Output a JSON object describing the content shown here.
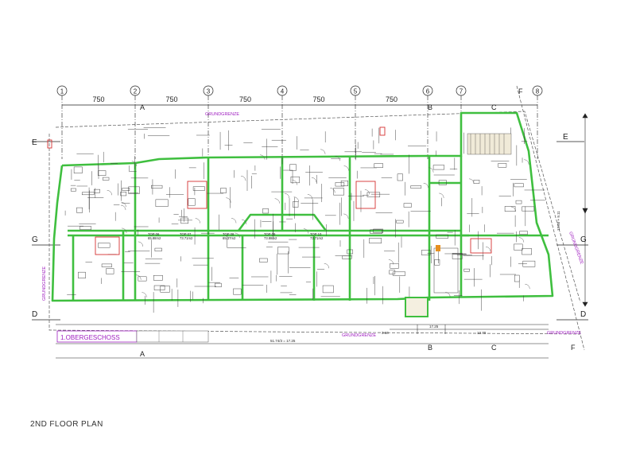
{
  "caption": "2ND FLOOR PLAN",
  "floor_label": "1.OBERGESCHOSS",
  "boundary_label": "GRUNDGRENZE",
  "grid": {
    "columns": [
      "1",
      "2",
      "3",
      "4",
      "5",
      "6",
      "7",
      "8"
    ],
    "spans": [
      "750",
      "750",
      "750",
      "750",
      "750"
    ],
    "rows": [
      "E",
      "G",
      "D"
    ],
    "sections": [
      "A",
      "B",
      "C",
      "F"
    ]
  },
  "units": [
    {
      "label": "TOP 06",
      "area": "65.88m2"
    },
    {
      "label": "TOP 07",
      "area": "73.71m2"
    },
    {
      "label": "TOP 08",
      "area": "65.37m2"
    },
    {
      "label": "TOP 09",
      "area": "73.88m2"
    },
    {
      "label": "TOP 10",
      "area": "73.71m2"
    }
  ],
  "dimensions": {
    "overall": "51.74/3 = 17.25",
    "right_a": "17.25",
    "right_b": "3.60",
    "right_c": "13.70",
    "vertical": "13.60 + 9.11"
  },
  "colors": {
    "wall_green": "#3fbf3f",
    "accent_red": "#d63030",
    "label_purple": "#a020c0",
    "line": "#222222"
  }
}
